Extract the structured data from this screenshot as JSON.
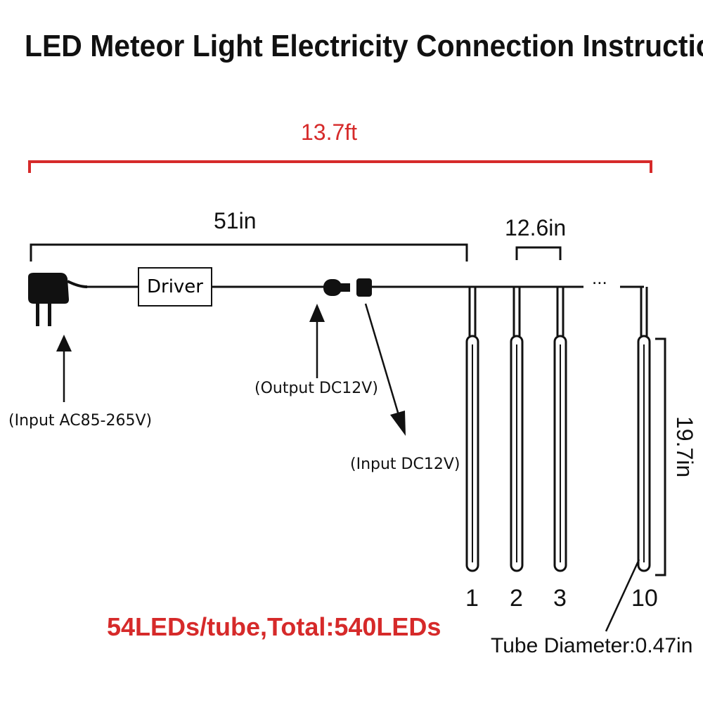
{
  "title": "LED Meteor Light Electricity Connection Instruction",
  "dimensions": {
    "total_length": "13.7ft",
    "lead_length": "51in",
    "tube_spacing": "12.6in",
    "tube_length": "19.7in",
    "tube_diameter": "Tube Diameter:0.47in"
  },
  "components": {
    "driver": "Driver",
    "plug_label": "(Input AC85-265V)",
    "output_label": "(Output DC12V)",
    "input_label": "(Input DC12V)",
    "ellipsis": "..."
  },
  "tubes": [
    "1",
    "2",
    "3",
    "10"
  ],
  "led_spec": "54LEDs/tube,Total:540LEDs",
  "colors": {
    "accent_red": "#d62a2a",
    "line": "#111111"
  }
}
